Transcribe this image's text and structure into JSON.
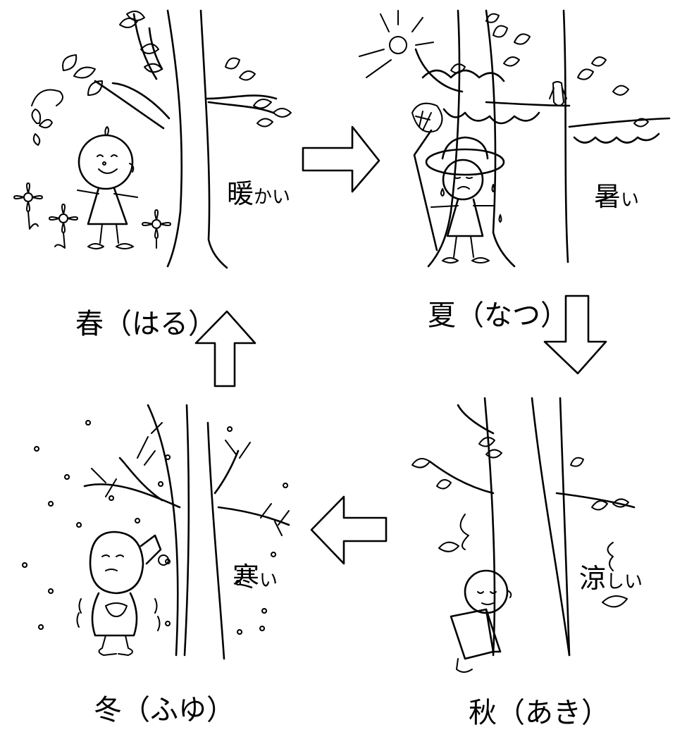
{
  "seasons": {
    "spring": {
      "name": "春（はる）",
      "feeling_kanji": "暖",
      "feeling_kana": "かい"
    },
    "summer": {
      "name": "夏（なつ）",
      "feeling_kanji": "暑",
      "feeling_kana": "い"
    },
    "autumn": {
      "name": "秋（あき）",
      "feeling_kanji": "涼",
      "feeling_kana": "しい"
    },
    "winter": {
      "name": "冬（ふゆ）",
      "feeling_kanji": "寒",
      "feeling_kana": "い"
    }
  },
  "cycle_order": [
    "spring",
    "summer",
    "autumn",
    "winter"
  ],
  "style": {
    "ink_color": "#000000",
    "background": "#ffffff"
  }
}
